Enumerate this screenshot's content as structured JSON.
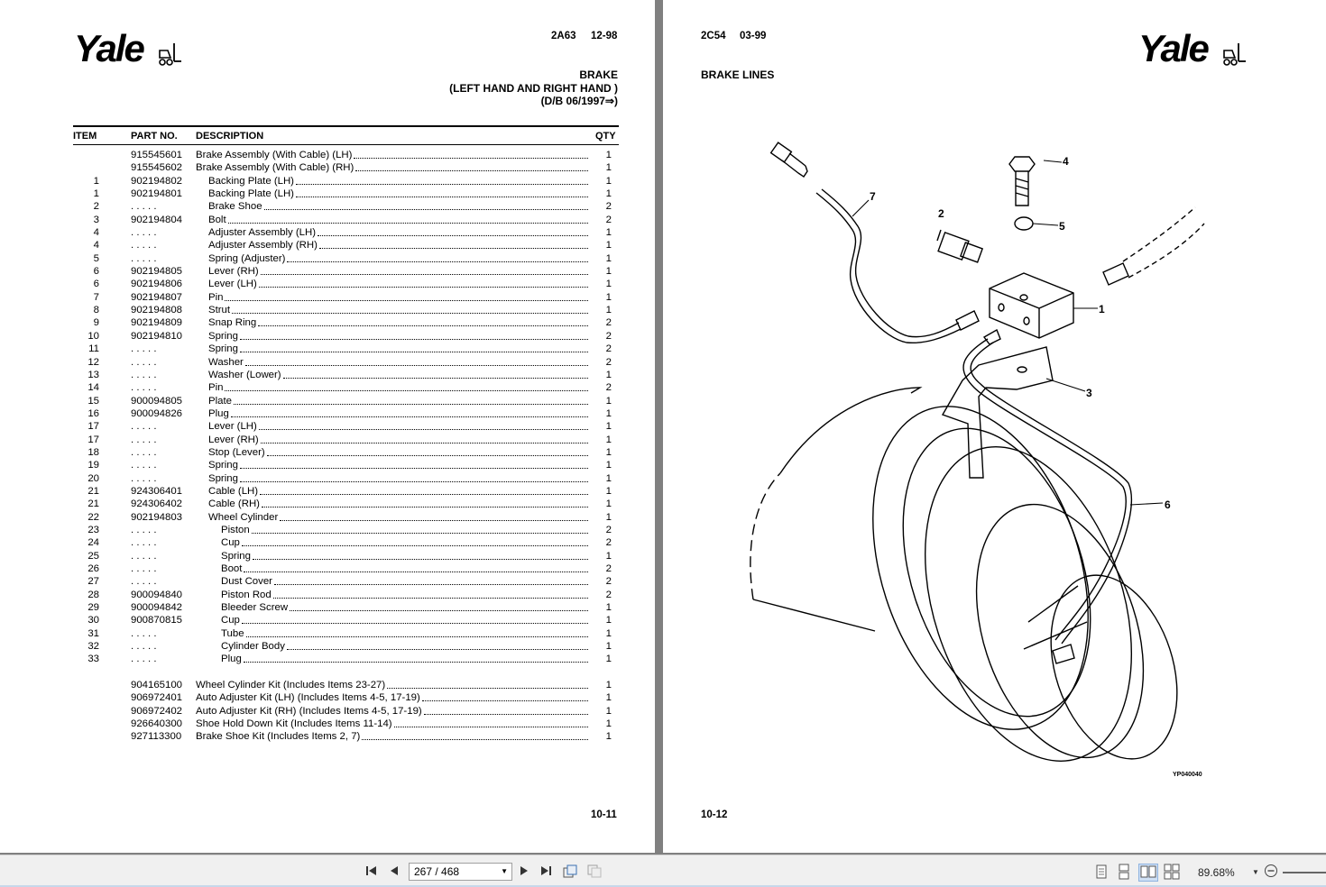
{
  "left_page": {
    "logo": "Yale",
    "code": "2A63",
    "date": "12-98",
    "title_lines": [
      "BRAKE",
      "(LEFT HAND AND RIGHT HAND )",
      "(D/B 06/1997⇒)"
    ],
    "headers": {
      "item": "ITEM",
      "part": "PART NO.",
      "desc": "DESCRIPTION",
      "qty": "QTY"
    },
    "rows": [
      {
        "item": "",
        "part": "915545601",
        "desc": "Brake Assembly (With Cable) (LH)",
        "indent": 0,
        "qty": "1"
      },
      {
        "item": "",
        "part": "915545602",
        "desc": "Brake Assembly (With Cable) (RH)",
        "indent": 0,
        "qty": "1"
      },
      {
        "item": "1",
        "part": "902194802",
        "desc": "Backing Plate (LH)",
        "indent": 1,
        "qty": "1"
      },
      {
        "item": "1",
        "part": "902194801",
        "desc": "Backing Plate (LH)",
        "indent": 1,
        "qty": "1"
      },
      {
        "item": "2",
        "part": ". . . . .",
        "desc": "Brake Shoe",
        "indent": 1,
        "qty": "2"
      },
      {
        "item": "3",
        "part": "902194804",
        "desc": "Bolt",
        "indent": 1,
        "qty": "2"
      },
      {
        "item": "4",
        "part": ". . . . .",
        "desc": "Adjuster Assembly (LH)",
        "indent": 1,
        "qty": "1"
      },
      {
        "item": "4",
        "part": ". . . . .",
        "desc": "Adjuster Assembly (RH)",
        "indent": 1,
        "qty": "1"
      },
      {
        "item": "5",
        "part": ". . . . .",
        "desc": "Spring (Adjuster)",
        "indent": 1,
        "qty": "1"
      },
      {
        "item": "6",
        "part": "902194805",
        "desc": "Lever (RH)",
        "indent": 1,
        "qty": "1"
      },
      {
        "item": "6",
        "part": "902194806",
        "desc": "Lever (LH)",
        "indent": 1,
        "qty": "1"
      },
      {
        "item": "7",
        "part": "902194807",
        "desc": "Pin",
        "indent": 1,
        "qty": "1"
      },
      {
        "item": "8",
        "part": "902194808",
        "desc": "Strut",
        "indent": 1,
        "qty": "1"
      },
      {
        "item": "9",
        "part": "902194809",
        "desc": "Snap Ring",
        "indent": 1,
        "qty": "2"
      },
      {
        "item": "10",
        "part": "902194810",
        "desc": "Spring",
        "indent": 1,
        "qty": "2"
      },
      {
        "item": "11",
        "part": ". . . . .",
        "desc": "Spring",
        "indent": 1,
        "qty": "2"
      },
      {
        "item": "12",
        "part": ". . . . .",
        "desc": "Washer",
        "indent": 1,
        "qty": "2"
      },
      {
        "item": "13",
        "part": ". . . . .",
        "desc": "Washer (Lower)",
        "indent": 1,
        "qty": "1"
      },
      {
        "item": "14",
        "part": ". . . . .",
        "desc": "Pin",
        "indent": 1,
        "qty": "2"
      },
      {
        "item": "15",
        "part": "900094805",
        "desc": "Plate",
        "indent": 1,
        "qty": "1"
      },
      {
        "item": "16",
        "part": "900094826",
        "desc": "Plug",
        "indent": 1,
        "qty": "1"
      },
      {
        "item": "17",
        "part": ". . . . .",
        "desc": "Lever (LH)",
        "indent": 1,
        "qty": "1"
      },
      {
        "item": "17",
        "part": ". . . . .",
        "desc": "Lever (RH)",
        "indent": 1,
        "qty": "1"
      },
      {
        "item": "18",
        "part": ". . . . .",
        "desc": "Stop (Lever)",
        "indent": 1,
        "qty": "1"
      },
      {
        "item": "19",
        "part": ". . . . .",
        "desc": "Spring",
        "indent": 1,
        "qty": "1"
      },
      {
        "item": "20",
        "part": ". . . . .",
        "desc": "Spring",
        "indent": 1,
        "qty": "1"
      },
      {
        "item": "21",
        "part": "924306401",
        "desc": "Cable (LH)",
        "indent": 1,
        "qty": "1"
      },
      {
        "item": "21",
        "part": "924306402",
        "desc": "Cable (RH)",
        "indent": 1,
        "qty": "1"
      },
      {
        "item": "22",
        "part": "902194803",
        "desc": "Wheel Cylinder",
        "indent": 1,
        "qty": "1"
      },
      {
        "item": "23",
        "part": ". . . . .",
        "desc": "Piston",
        "indent": 2,
        "qty": "2"
      },
      {
        "item": "24",
        "part": ". . . . .",
        "desc": "Cup",
        "indent": 2,
        "qty": "2"
      },
      {
        "item": "25",
        "part": ". . . . .",
        "desc": "Spring",
        "indent": 2,
        "qty": "1"
      },
      {
        "item": "26",
        "part": ". . . . .",
        "desc": "Boot",
        "indent": 2,
        "qty": "2"
      },
      {
        "item": "27",
        "part": ". . . . .",
        "desc": "Dust Cover",
        "indent": 2,
        "qty": "2"
      },
      {
        "item": "28",
        "part": "900094840",
        "desc": "Piston Rod",
        "indent": 2,
        "qty": "2"
      },
      {
        "item": "29",
        "part": "900094842",
        "desc": "Bleeder Screw",
        "indent": 2,
        "qty": "1"
      },
      {
        "item": "30",
        "part": "900870815",
        "desc": "Cup",
        "indent": 2,
        "qty": "1"
      },
      {
        "item": "31",
        "part": ". . . . .",
        "desc": "Tube",
        "indent": 2,
        "qty": "1"
      },
      {
        "item": "32",
        "part": ". . . . .",
        "desc": "Cylinder Body",
        "indent": 2,
        "qty": "1"
      },
      {
        "item": "33",
        "part": ". . . . .",
        "desc": "Plug",
        "indent": 2,
        "qty": "1"
      },
      {
        "item": "",
        "part": "904165100",
        "desc": "Wheel Cylinder Kit (Includes Items 23-27)",
        "indent": 0,
        "qty": "1",
        "gap": true
      },
      {
        "item": "",
        "part": "906972401",
        "desc": "Auto Adjuster Kit (LH) (Includes Items 4-5, 17-19)",
        "indent": 0,
        "qty": "1"
      },
      {
        "item": "",
        "part": "906972402",
        "desc": "Auto Adjuster Kit (RH) (Includes Items 4-5, 17-19)",
        "indent": 0,
        "qty": "1"
      },
      {
        "item": "",
        "part": "926640300",
        "desc": "Shoe Hold Down Kit (Includes Items 11-14)",
        "indent": 0,
        "qty": "1"
      },
      {
        "item": "",
        "part": "927113300",
        "desc": "Brake Shoe Kit (Includes Items 2, 7)",
        "indent": 0,
        "qty": "1"
      }
    ],
    "page_number": "10-11"
  },
  "right_page": {
    "logo": "Yale",
    "code": "2C54",
    "date": "03-99",
    "title": "BRAKE LINES",
    "callouts": [
      "1",
      "2",
      "3",
      "4",
      "5",
      "6",
      "7"
    ],
    "figure_code": "YP040040",
    "page_number": "10-12"
  },
  "toolbar": {
    "page_field": "267 / 468",
    "zoom": "89.68%",
    "icons": [
      "first-page-icon",
      "prev-page-icon",
      "next-page-icon",
      "last-page-icon",
      "prev-view-icon",
      "next-view-icon",
      "single-page-icon",
      "continuous-icon",
      "two-page-icon",
      "two-page-continuous-icon",
      "zoom-out-icon"
    ]
  }
}
